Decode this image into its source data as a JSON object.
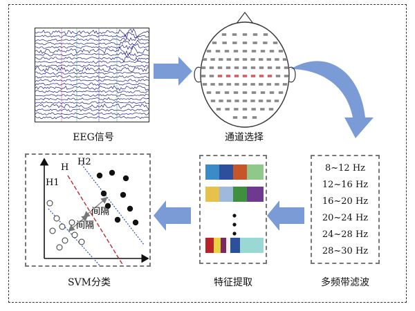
{
  "labels": {
    "eeg": "EEG信号",
    "channel": "通道选择",
    "filter": "多频带滤波",
    "feature": "特征提取",
    "svm": "SVM分类"
  },
  "frequency_bands": [
    "8~12 Hz",
    "12~16 Hz",
    "16~20 Hz",
    "20~24 Hz",
    "24~28 Hz",
    "28~30 Hz"
  ],
  "svm": {
    "h_label": "H",
    "h1_label": "H1",
    "h2_label": "H2",
    "margin_label": "间隔"
  },
  "colors": {
    "arrow": "#7b9bd6",
    "eeg_trace": "#1a1a8a",
    "h_line": "#c0262d",
    "h_margin_lines": "#2b4cc9",
    "feature_rows": [
      [
        "#3a8bc8",
        "#2e4f9a",
        "#c7552a",
        "#8ec98a"
      ],
      [
        "#e6c14c",
        "#9fb9dd",
        "#3e8f3e",
        "#6d3a8f"
      ],
      [
        "#b8232a",
        "#e9d23f",
        "#7a2a5e",
        "#f2f2f2",
        "#2e4f9a",
        "#9ad9d3"
      ]
    ]
  }
}
